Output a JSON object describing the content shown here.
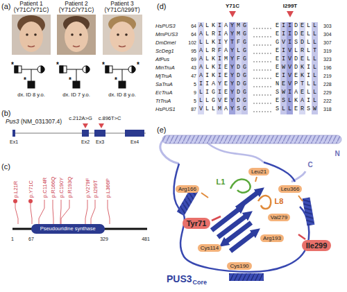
{
  "diagram": {
    "nodes": [
      {
        "text": [
          "Pseudouridine synthase"
        ]
      },
      {
        "text": [
          "Leu21"
        ]
      },
      {
        "text": [
          "Arg166"
        ]
      },
      {
        "text": [
          "Leu366"
        ]
      },
      {
        "text": [
          "Val279"
        ]
      },
      {
        "text": [
          "Tyr71"
        ]
      },
      {
        "text": [
          "Cys114"
        ]
      },
      {
        "text": [
          "Arg193"
        ]
      },
      {
        "text": [
          "Cys190"
        ]
      },
      {
        "text": [
          "Ile299"
        ]
      }
    ],
    "labels": [
      "(a)",
      "Patient 1",
      "(Y71C/Y71C)",
      "Patient 2",
      "(Y71C/Y71C)",
      "Patient 3",
      "(Y71C/I299T)",
      "*",
      "*",
      "dx. ID 8 y.o.",
      "*",
      "*",
      "dx. ID 7 y.o.",
      "*",
      "*",
      "*",
      "dx. ID 8 y.o.",
      "(b)",
      "Pus3",
      "(NM_031307.4)",
      "c.212A>G",
      "c.896T>C",
      "Ex1",
      "Ex2",
      "Ex3",
      "Ex4",
      "(c)",
      "p.L21R",
      "p.Y71C",
      "p.C114R",
      "p.R166Q",
      "p.C190Y",
      "p.R193Q",
      "p.V279F",
      "p.I299T",
      "p.L366P",
      "1",
      "67",
      "329",
      "481",
      "(d)",
      "Y71C",
      "I299T",
      "HsPUS3",
      "64",
      "ALKIAYMG",
      "EIIDELL",
      "303",
      "MmPUS3",
      "64",
      "ALRIAYMG",
      "EIIDELL",
      "304",
      "DmDmel",
      "102",
      "LLKIYTFG",
      "GVISDLL",
      "307",
      "ScDeg1",
      "95",
      "ALRFAYLG",
      "EIVLRLT",
      "319",
      "AfPus",
      "69",
      "ALKIMYFG",
      "EIVDELL",
      "323",
      "MinTruA",
      "43",
      "ALKIEYDG",
      "EWVDKIL",
      "196",
      "MjTruA",
      "47",
      "AIKIEYDG",
      "EIVEKIL",
      "219",
      "SaTruA",
      "5",
      "IIAYEYDG",
      "NEVPTLL",
      "228",
      "EcTruA",
      "9",
      "LIGIEYDG",
      "SWIAELL",
      "229",
      "TtTruA",
      "5",
      "LLGVEYDG",
      "ESLKAIL",
      "222",
      "HsPUS1",
      "87",
      "VLLMAYSG",
      "SLLERSW",
      "318",
      "(e)",
      "N",
      "C",
      "L1",
      "L8",
      "PUS3",
      "Core"
    ]
  }
}
